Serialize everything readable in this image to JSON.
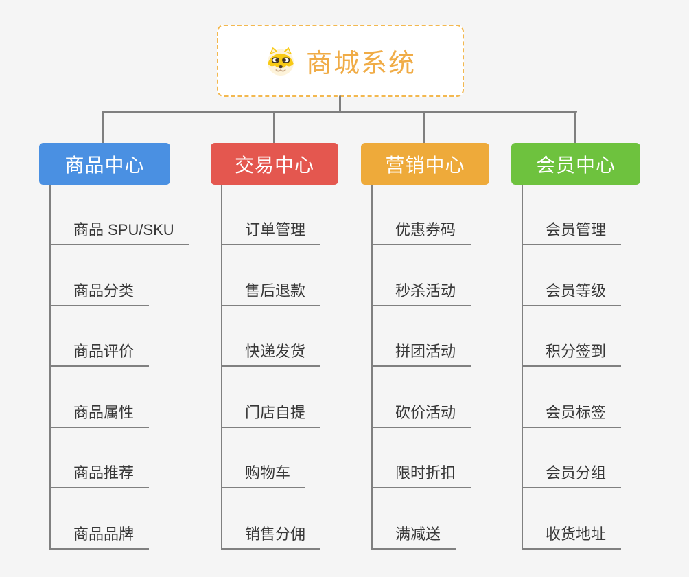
{
  "root": {
    "title": "商城系统",
    "icon": "shiba-dog-icon"
  },
  "branches": [
    {
      "label": "商品中心",
      "color": "#4a90e2",
      "items": [
        "商品 SPU/SKU",
        "商品分类",
        "商品评价",
        "商品属性",
        "商品推荐",
        "商品品牌"
      ]
    },
    {
      "label": "交易中心",
      "color": "#e4574f",
      "items": [
        "订单管理",
        "售后退款",
        "快递发货",
        "门店自提",
        "购物车",
        "销售分佣"
      ]
    },
    {
      "label": "营销中心",
      "color": "#eeaa3a",
      "items": [
        "优惠券码",
        "秒杀活动",
        "拼团活动",
        "砍价活动",
        "限时折扣",
        "满减送"
      ]
    },
    {
      "label": "会员中心",
      "color": "#6ec23e",
      "items": [
        "会员管理",
        "会员等级",
        "积分签到",
        "会员标签",
        "会员分组",
        "收货地址"
      ]
    }
  ],
  "colors": {
    "background": "#f5f5f5",
    "connector": "#7f7f7f",
    "root_border": "#f3b84f",
    "root_text": "#f0ac47",
    "item_text": "#383838"
  }
}
